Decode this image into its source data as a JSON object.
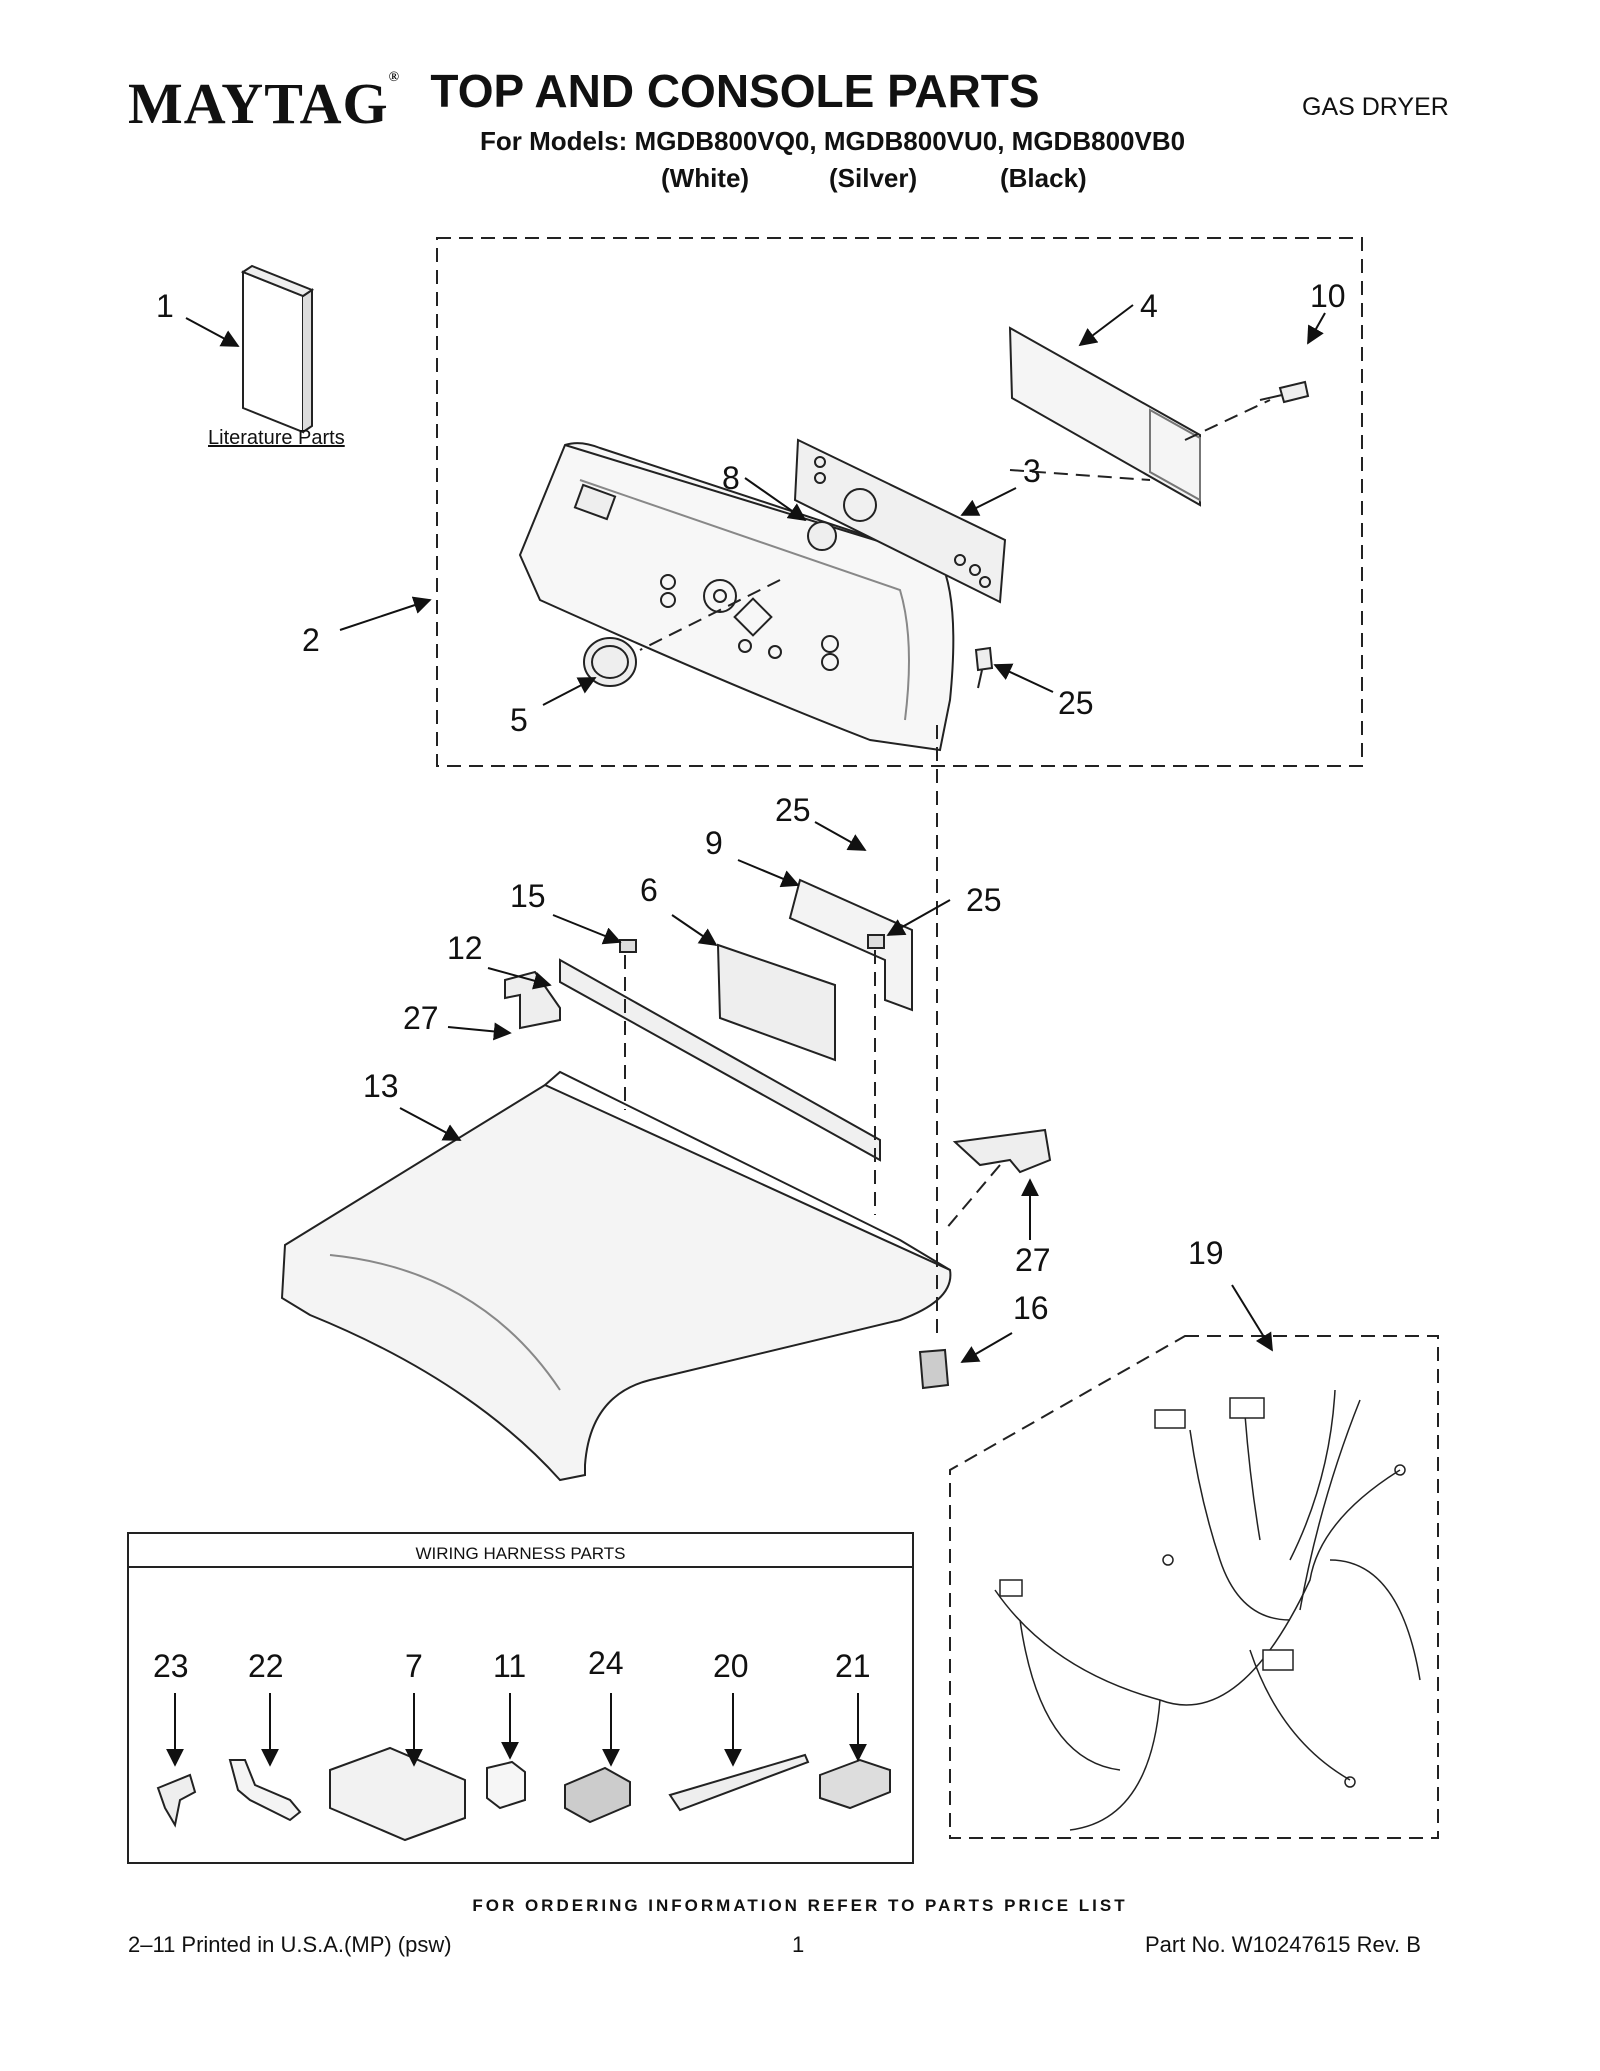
{
  "header": {
    "brand": "MAYTAG",
    "brand_mark": "®",
    "title": "TOP AND CONSOLE PARTS",
    "doc_type": "GAS DRYER",
    "subtitle": "For Models: MGDB800VQ0, MGDB800VU0, MGDB800VB0",
    "colors": [
      "(White)",
      "(Silver)",
      "(Black)"
    ]
  },
  "diagram": {
    "literature_label": "Literature Parts",
    "callouts": [
      {
        "id": "c1",
        "label": "1"
      },
      {
        "id": "c2",
        "label": "2"
      },
      {
        "id": "c3",
        "label": "3"
      },
      {
        "id": "c4",
        "label": "4"
      },
      {
        "id": "c5",
        "label": "5"
      },
      {
        "id": "c6",
        "label": "6"
      },
      {
        "id": "c7",
        "label": "7"
      },
      {
        "id": "c8",
        "label": "8"
      },
      {
        "id": "c9",
        "label": "9"
      },
      {
        "id": "c10",
        "label": "10"
      },
      {
        "id": "c11",
        "label": "11"
      },
      {
        "id": "c12",
        "label": "12"
      },
      {
        "id": "c13",
        "label": "13"
      },
      {
        "id": "c15",
        "label": "15"
      },
      {
        "id": "c16",
        "label": "16"
      },
      {
        "id": "c19",
        "label": "19"
      },
      {
        "id": "c20",
        "label": "20"
      },
      {
        "id": "c21",
        "label": "21"
      },
      {
        "id": "c22",
        "label": "22"
      },
      {
        "id": "c23",
        "label": "23"
      },
      {
        "id": "c24",
        "label": "24"
      },
      {
        "id": "c25a",
        "label": "25"
      },
      {
        "id": "c25b",
        "label": "25"
      },
      {
        "id": "c25c",
        "label": "25"
      },
      {
        "id": "c27a",
        "label": "27"
      },
      {
        "id": "c27b",
        "label": "27"
      }
    ],
    "wiring_panel_title": "WIRING HARNESS PARTS"
  },
  "footer": {
    "note": "FOR ORDERING INFORMATION REFER TO PARTS PRICE LIST",
    "printed": "2–11 Printed in U.S.A.(MP) (psw)",
    "page": "1",
    "part_no": "Part No. W10247615 Rev. B"
  }
}
